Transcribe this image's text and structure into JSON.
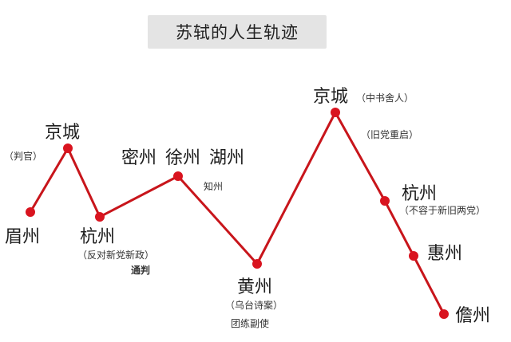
{
  "chart_data": {
    "type": "line",
    "title": "苏轼的人生轨迹",
    "line_color": "#c8151b",
    "point_color": "#d9141f",
    "stops": [
      {
        "city": "眉州"
      },
      {
        "city": "京城",
        "note": "（判官）"
      },
      {
        "city": "杭州",
        "note": "（反对新党新政）",
        "role": "通判"
      },
      {
        "city": "密州 徐州 湖州",
        "note": "知州"
      },
      {
        "city": "黄州",
        "note": "（乌台诗案）",
        "role": "团练副使"
      },
      {
        "city": "京城",
        "note": "（中书舍人）",
        "note2": "（旧党重启）"
      },
      {
        "city": "杭州",
        "note": "（不容于新旧两党）"
      },
      {
        "city": "惠州"
      },
      {
        "city": "儋州"
      }
    ]
  }
}
